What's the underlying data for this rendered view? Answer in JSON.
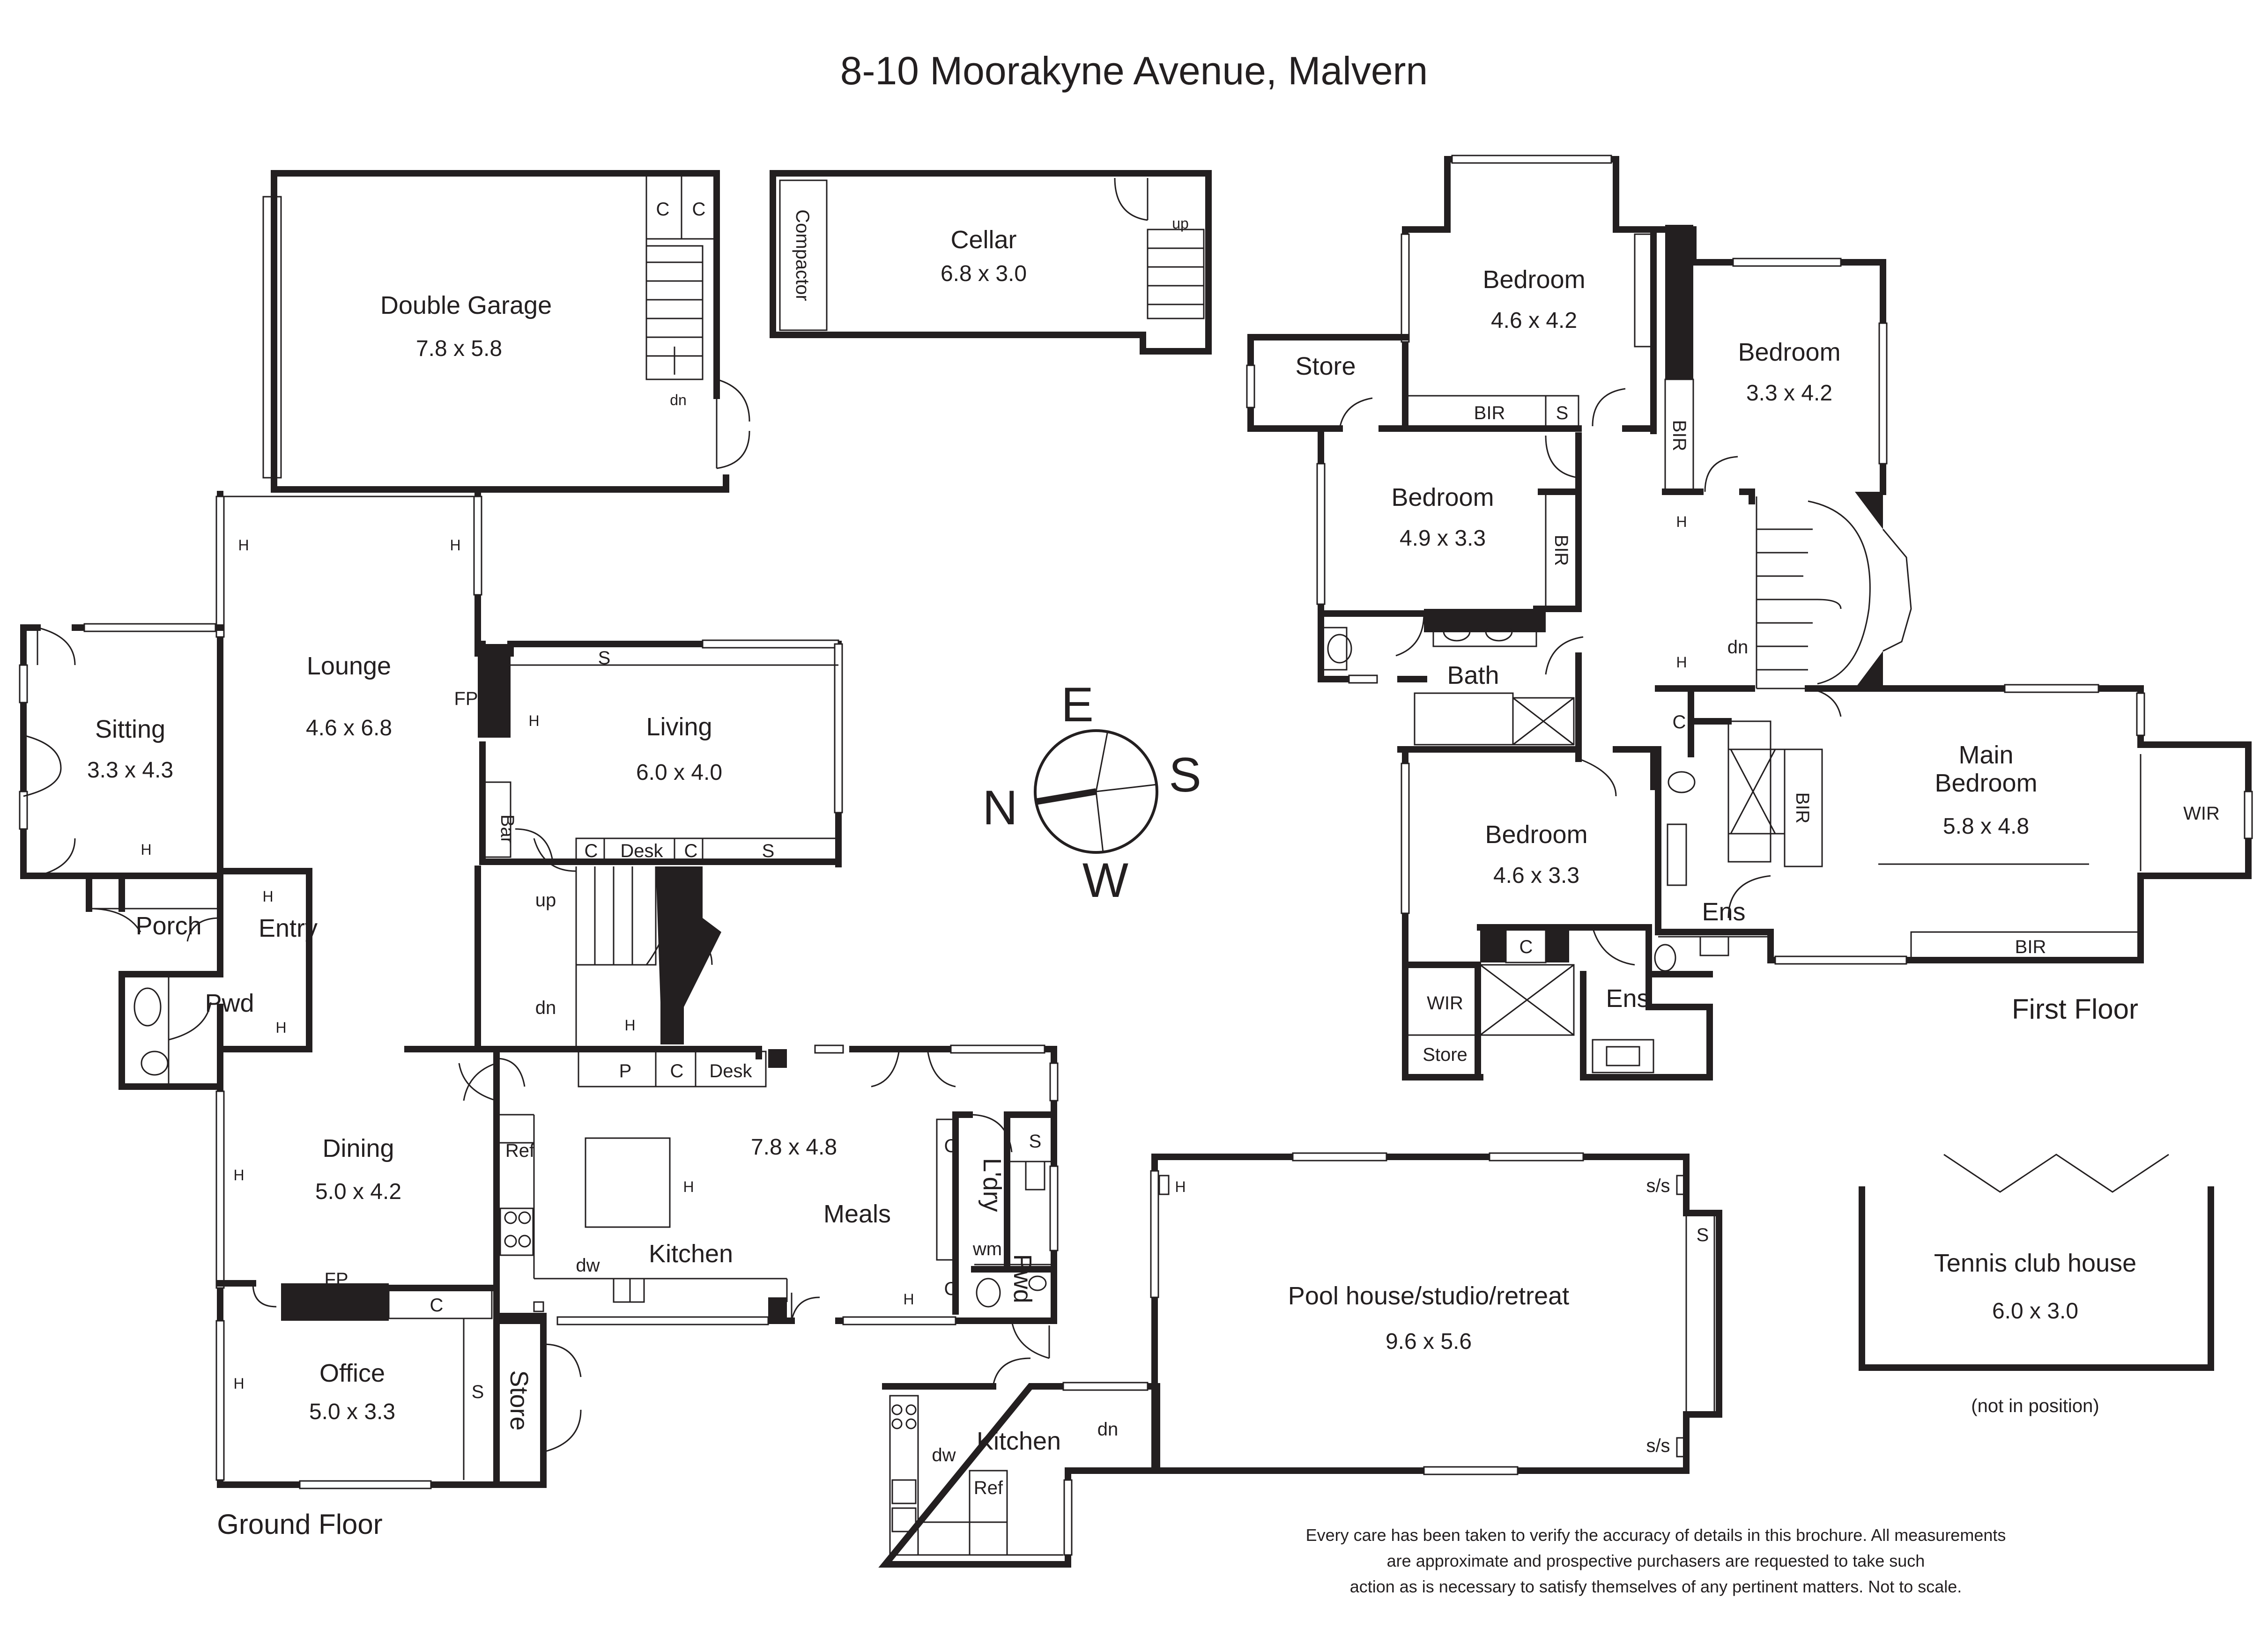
{
  "title": "8-10 Moorakyne Avenue, Malvern",
  "floors": {
    "ground": "Ground Floor",
    "first": "First Floor"
  },
  "compass": {
    "e": "E",
    "s": "S",
    "w": "W",
    "n": "N"
  },
  "rooms": {
    "garage": {
      "name": "Double Garage",
      "dim": "7.8 x 5.8"
    },
    "cellar": {
      "name": "Cellar",
      "dim": "6.8 x 3.0"
    },
    "lounge": {
      "name": "Lounge",
      "dim": "4.6 x 6.8"
    },
    "sitting": {
      "name": "Sitting",
      "dim": "3.3 x 4.3"
    },
    "living": {
      "name": "Living",
      "dim": "6.0 x 4.0"
    },
    "porch": {
      "name": "Porch"
    },
    "entry": {
      "name": "Entry"
    },
    "pwd_ground": {
      "name": "Pwd"
    },
    "dining": {
      "name": "Dining",
      "dim": "5.0 x 4.2"
    },
    "office": {
      "name": "Office",
      "dim": "5.0 x 3.3"
    },
    "store_ground": {
      "name": "Store"
    },
    "kitchen_meals": {
      "kitchen": "Kitchen",
      "meals": "Meals",
      "dim": "7.8 x 4.8"
    },
    "ldry": {
      "name": "L'dry"
    },
    "pwd_meals": {
      "name": "Pwd"
    },
    "pool_kitchen": {
      "name": "Kitchen"
    },
    "pool_house": {
      "name": "Pool house/studio/retreat",
      "dim": "9.6 x 5.6"
    },
    "tennis": {
      "name": "Tennis club house",
      "dim": "6.0 x 3.0",
      "note": "(not in position)"
    },
    "bed_top": {
      "name": "Bedroom",
      "dim": "4.6 x 4.2"
    },
    "bed_right": {
      "name": "Bedroom",
      "dim": "3.3 x 4.2"
    },
    "bed_mid": {
      "name": "Bedroom",
      "dim": "4.9 x 3.3"
    },
    "bed_low": {
      "name": "Bedroom",
      "dim": "4.6 x 3.3"
    },
    "store_first": {
      "name": "Store"
    },
    "bath": {
      "name": "Bath"
    },
    "main_bedroom": {
      "name1": "Main",
      "name2": "Bedroom",
      "dim": "5.8 x 4.8"
    },
    "ens_main": {
      "name": "Ens"
    },
    "ens_low": {
      "name": "Ens"
    },
    "wir_main": {
      "name": "WIR"
    },
    "wir_low": {
      "name": "WIR"
    },
    "store_low": {
      "name": "Store"
    }
  },
  "fixtures": {
    "C": "C",
    "H": "H",
    "S": "S",
    "FP": "FP",
    "Bar": "Bar",
    "Desk": "Desk",
    "P": "P",
    "Ref": "Ref",
    "dw": "dw",
    "wm": "wm",
    "BIR": "BIR",
    "up": "up",
    "dn": "dn",
    "ss": "s/s",
    "compactor": "Compactor"
  },
  "disclaimer": {
    "line1": "Every care has been taken to verify the accuracy of details in this brochure. All measurements",
    "line2": "are approximate and prospective purchasers are requested to take such",
    "line3": "action as is necessary to satisfy themselves of any pertinent matters. Not to scale."
  }
}
